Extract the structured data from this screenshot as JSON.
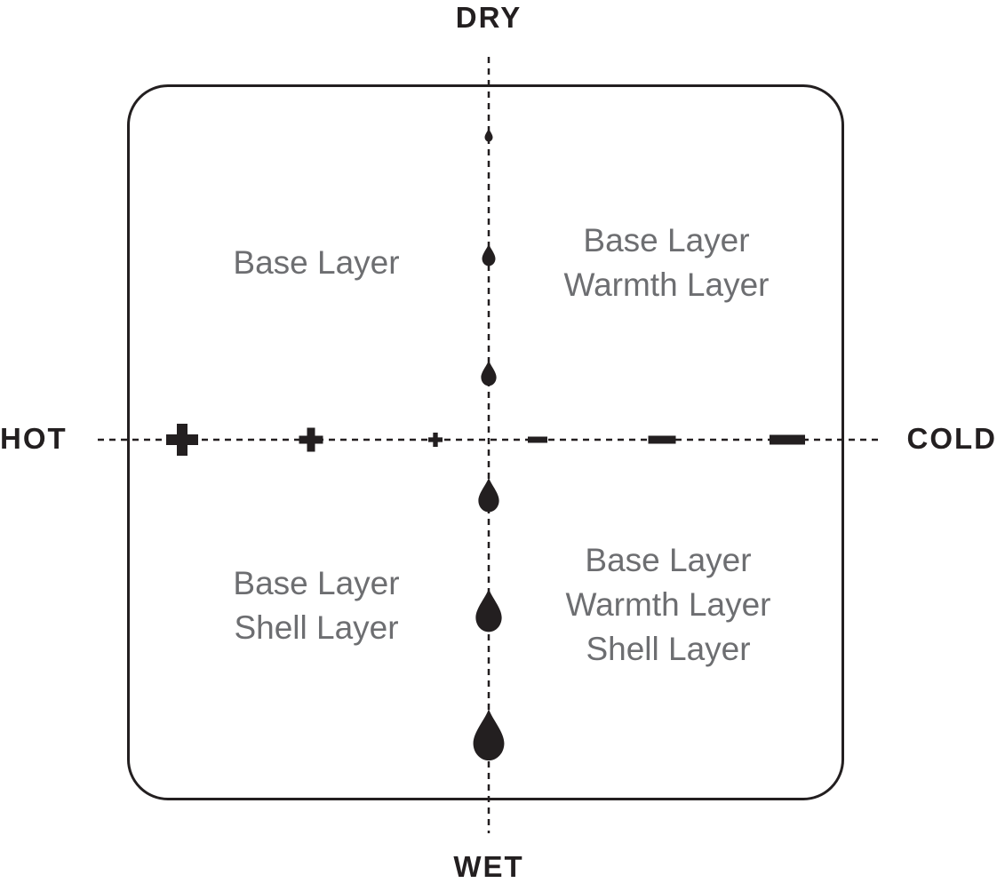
{
  "diagram": {
    "axis_labels": {
      "top": "DRY",
      "bottom": "WET",
      "left": "HOT",
      "right": "COLD"
    },
    "quadrants": {
      "top_left": {
        "lines": [
          "Base Layer"
        ]
      },
      "top_right": {
        "lines": [
          "Base Layer",
          "Warmth Layer"
        ]
      },
      "bottom_left": {
        "lines": [
          "Base Layer",
          "Shell Layer"
        ]
      },
      "bottom_right": {
        "lines": [
          "Base Layer",
          "Warmth Layer",
          "Shell Layer"
        ]
      }
    },
    "icons": {
      "vertical_axis_marker": "water-drop-icon",
      "vertical_axis_marker_count": 6,
      "vertical_axis_marker_note": "drops grow larger from DRY (top) to WET (bottom)",
      "horizontal_left_marker": "plus-icon",
      "horizontal_left_marker_count": 3,
      "horizontal_left_marker_note": "plus signs shrink from HOT (left) toward center",
      "horizontal_right_marker": "minus-icon",
      "horizontal_right_marker_count": 3,
      "horizontal_right_marker_note": "minus signs grow from center toward COLD (right)"
    },
    "colors": {
      "ink": "#231f20",
      "quadrant_text": "#6d6e71",
      "background": "#ffffff"
    }
  }
}
